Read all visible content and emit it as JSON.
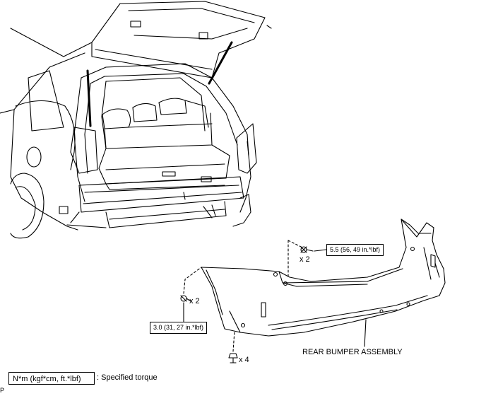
{
  "callouts": {
    "upper_torque": "5.5 (56, 49 in.*lbf)",
    "upper_qty": "x 2",
    "left_torque": "3.0 (31, 27 in.*lbf)",
    "left_qty": "x 2",
    "bottom_qty": "x 4"
  },
  "part_label": "REAR BUMPER ASSEMBLY",
  "legend": {
    "box_text": "N*m (kgf*cm, ft.*lbf)",
    "description": ": Specified torque"
  },
  "figure_code": "P"
}
